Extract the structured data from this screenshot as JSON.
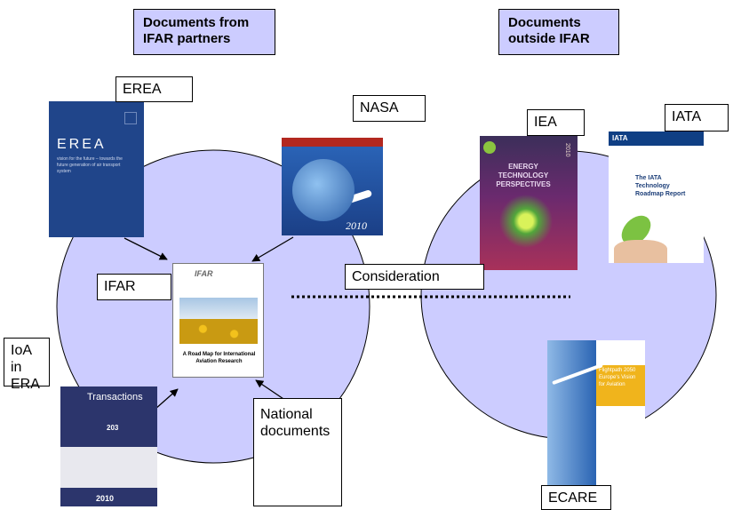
{
  "headers": {
    "left": "Documents from IFAR partners",
    "right": "Documents outside IFAR"
  },
  "labels": {
    "erea": "EREA",
    "nasa": "NASA",
    "ifar": "IFAR",
    "ioa": "IoA in ERA",
    "national": "National documents",
    "iea": "IEA",
    "iata": "IATA",
    "ecare": "ECARE",
    "consideration": "Consideration"
  },
  "covers": {
    "erea": {
      "title": "EREA",
      "subtitle": "vision for the future – towards the future generation of air transport system"
    },
    "nasa": {
      "year": "2010"
    },
    "ifar": {
      "logo": "IFAR",
      "title": "A Road Map for International Aviation Research"
    },
    "ioa": {
      "brand": "Transactions",
      "year": "2010",
      "number": "203"
    },
    "iea": {
      "title": "ENERGY TECHNOLOGY PERSPECTIVES",
      "year": "2010"
    },
    "iata": {
      "brand": "IATA",
      "title": "The IATA Technology Roadmap Report"
    },
    "ecare": {
      "title": "Flightpath 2050 Europe's Vision for Aviation"
    }
  },
  "colors": {
    "circle_fill": "#ccccff",
    "header_fill": "#ccccff",
    "border": "#000000"
  }
}
